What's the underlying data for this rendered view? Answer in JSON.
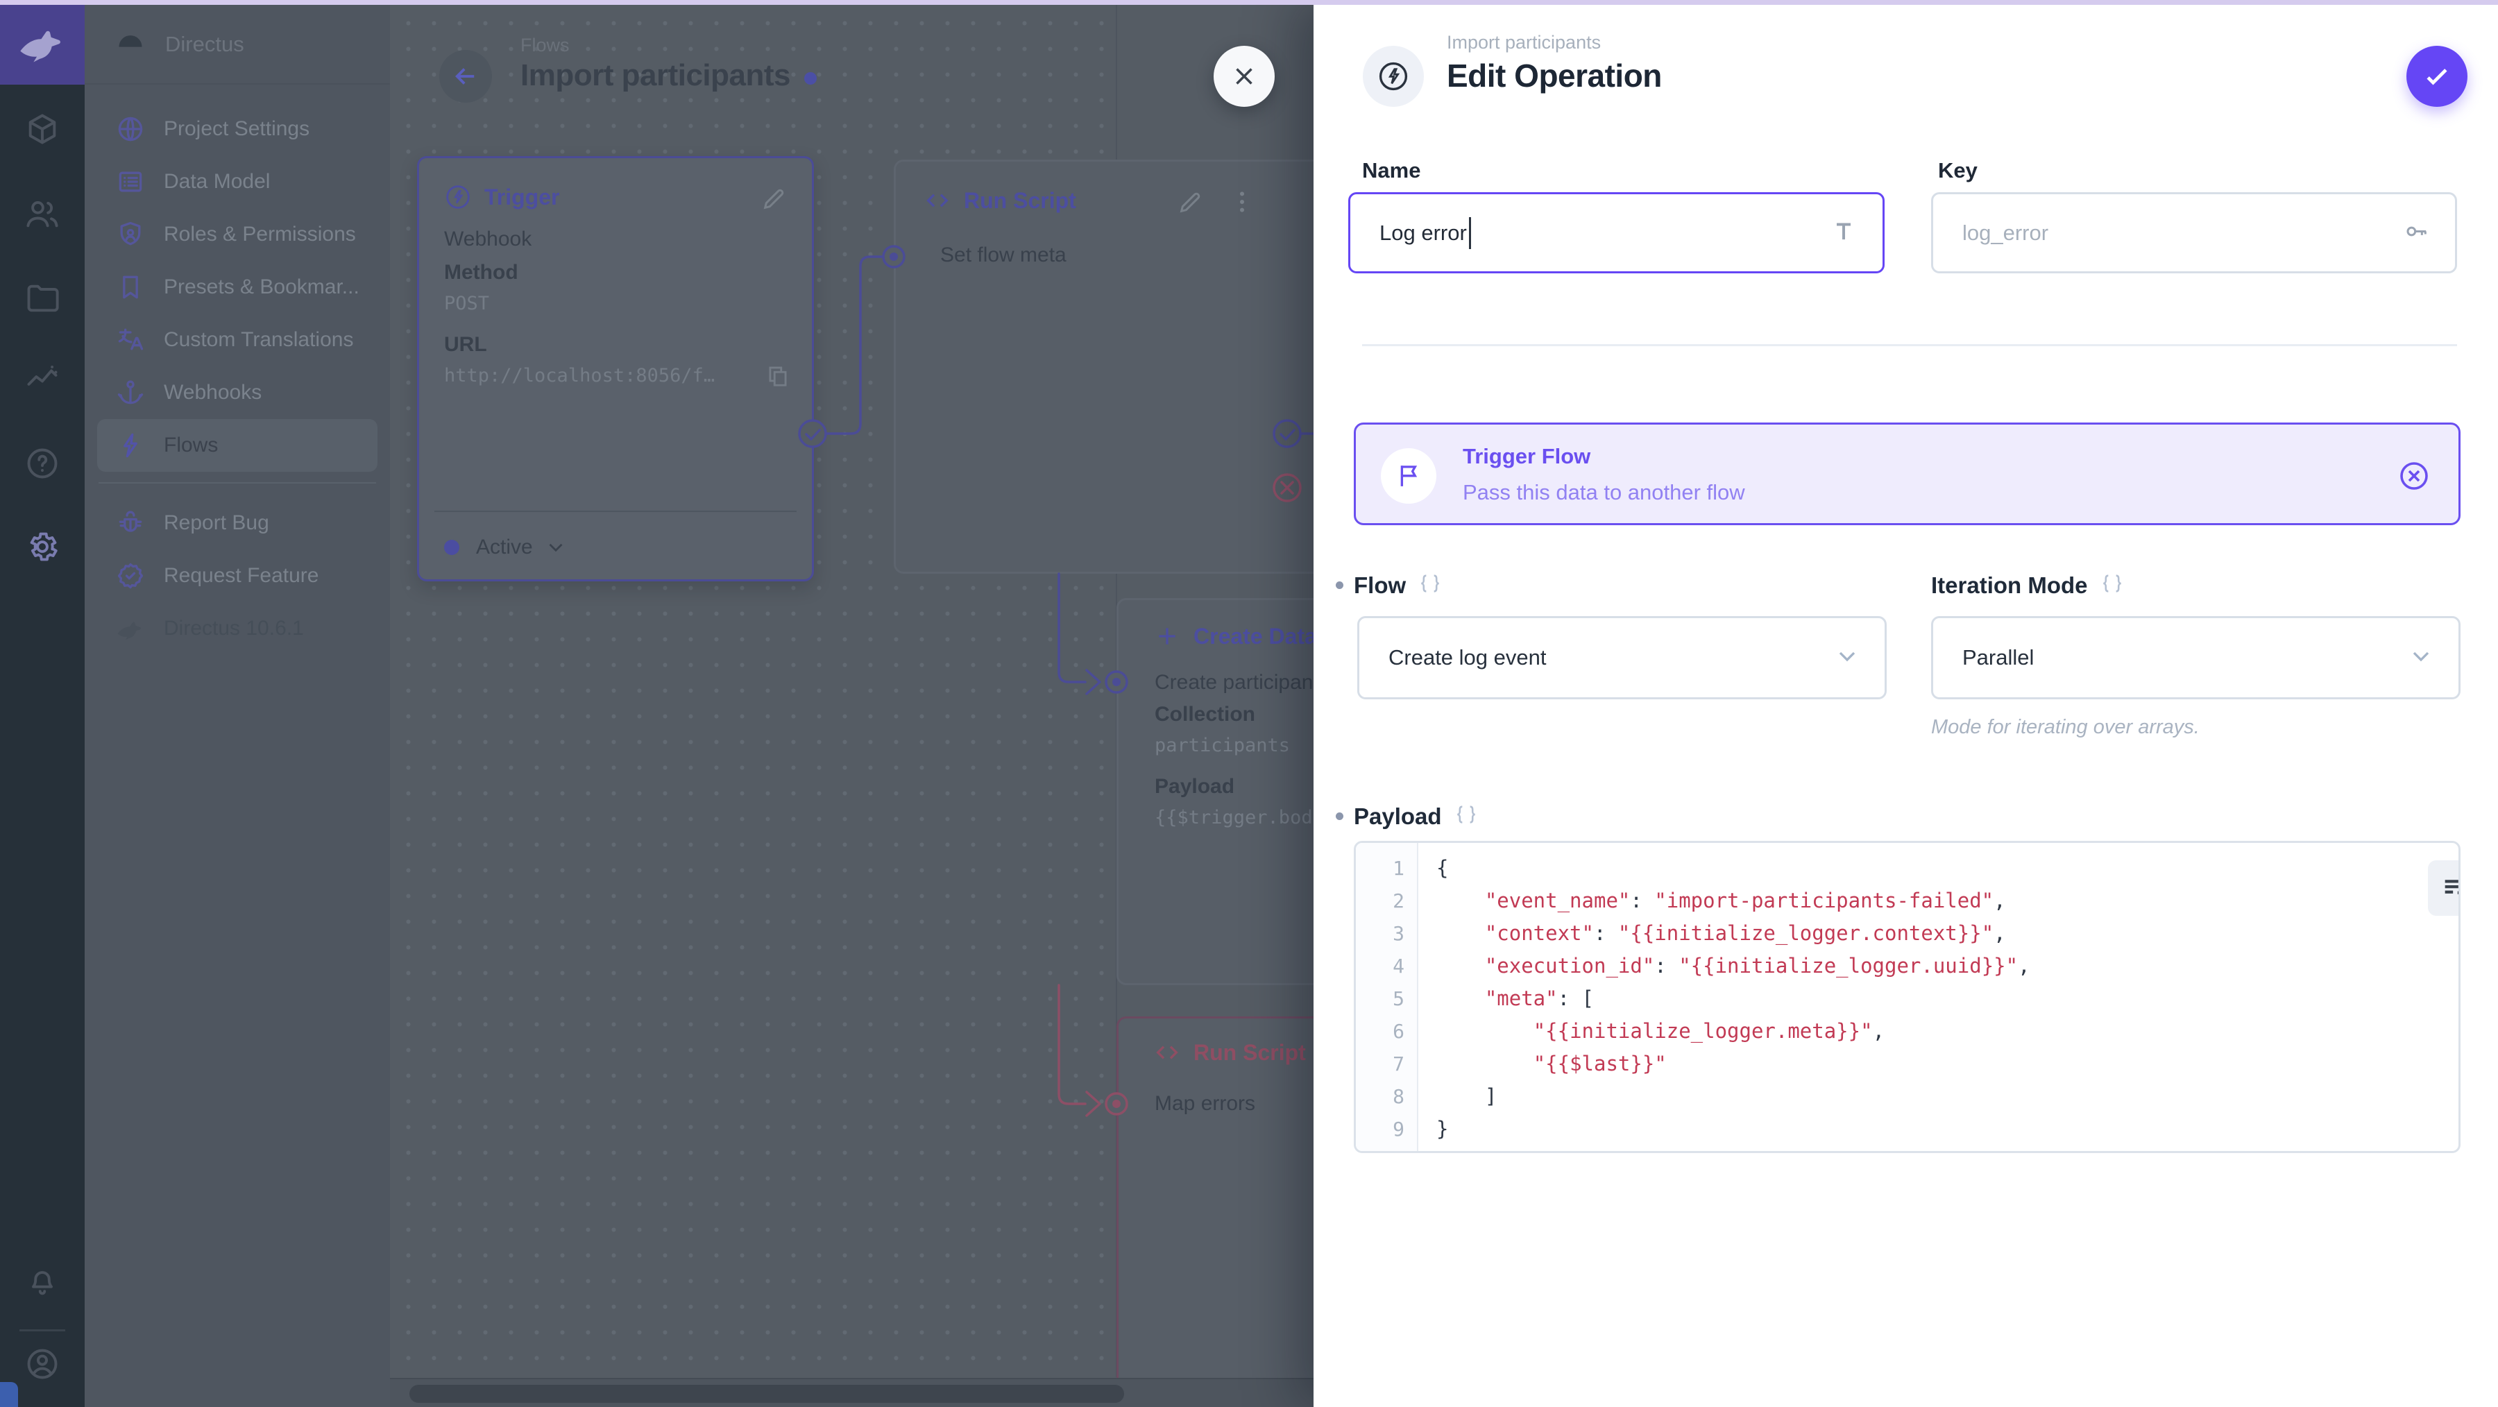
{
  "colors": {
    "accent": "#6644ff",
    "top_strip": "#d5cbee",
    "flow_purple": "#4b4c96",
    "error_pink": "#8d4f66",
    "banner_bg": "#efecfd",
    "code_string": "#c23a54"
  },
  "module_bar": {
    "modules": [
      {
        "id": "content",
        "icon": "cube-icon"
      },
      {
        "id": "users",
        "icon": "users-icon"
      },
      {
        "id": "files",
        "icon": "folder-icon"
      },
      {
        "id": "insights",
        "icon": "activity-icon"
      },
      {
        "id": "docs",
        "icon": "help-icon"
      },
      {
        "id": "settings",
        "icon": "gear-icon",
        "active": true
      }
    ],
    "bottom": [
      {
        "id": "notifications",
        "icon": "bell-icon"
      },
      {
        "id": "account",
        "icon": "account-icon"
      }
    ]
  },
  "nav": {
    "project_name": "Directus",
    "items": [
      {
        "id": "project-settings",
        "icon": "globe-icon",
        "label": "Project Settings"
      },
      {
        "id": "data-model",
        "icon": "list-icon",
        "label": "Data Model"
      },
      {
        "id": "roles-permissions",
        "icon": "shield-icon",
        "label": "Roles & Permissions"
      },
      {
        "id": "presets-bookmarks",
        "icon": "bookmark-icon",
        "label": "Presets & Bookmar..."
      },
      {
        "id": "custom-translations",
        "icon": "translate-icon",
        "label": "Custom Translations"
      },
      {
        "id": "webhooks",
        "icon": "anchor-icon",
        "label": "Webhooks"
      },
      {
        "id": "flows",
        "icon": "bolt-icon",
        "label": "Flows",
        "active": true
      }
    ],
    "secondary": [
      {
        "id": "report-bug",
        "icon": "bug-icon",
        "label": "Report Bug"
      },
      {
        "id": "request-feature",
        "icon": "badge-check-icon",
        "label": "Request Feature"
      },
      {
        "id": "version",
        "icon": "rabbit-icon",
        "label": "Directus 10.6.1",
        "muted": true
      }
    ]
  },
  "canvas": {
    "breadcrumb": "Flows",
    "title": "Import participants",
    "trigger_panel": {
      "title": "Trigger",
      "type_value": "Webhook",
      "method_label": "Method",
      "method_value": "POST",
      "url_label": "URL",
      "url_value": "http://localhost:8056/f…",
      "status_label": "Active"
    },
    "run_script_panel": {
      "title": "Run Script",
      "name": "Set flow meta"
    },
    "create_data_panel": {
      "title": "Create Data",
      "name": "Create participant",
      "collection_label": "Collection",
      "collection_value": "participants",
      "payload_label": "Payload",
      "payload_value": "{{$trigger.bod"
    },
    "error_script_panel": {
      "title": "Run Script",
      "name": "Map errors"
    }
  },
  "drawer": {
    "breadcrumb": "Import participants",
    "title": "Edit Operation",
    "name_field": {
      "label": "Name",
      "value": "Log error"
    },
    "key_field": {
      "label": "Key",
      "value": "log_error"
    },
    "banner": {
      "title": "Trigger Flow",
      "subtitle": "Pass this data to another flow"
    },
    "flow_field": {
      "label": "Flow",
      "value": "Create log event"
    },
    "iteration_field": {
      "label": "Iteration Mode",
      "value": "Parallel",
      "note": "Mode for iterating over arrays."
    },
    "payload_field": {
      "label": "Payload"
    },
    "code": {
      "lines": [
        [
          {
            "t": "{",
            "c": "p"
          }
        ],
        [
          {
            "t": "    ",
            "c": "p"
          },
          {
            "t": "\"event_name\"",
            "c": "s"
          },
          {
            "t": ": ",
            "c": "p"
          },
          {
            "t": "\"import-participants-failed\"",
            "c": "s"
          },
          {
            "t": ",",
            "c": "p"
          }
        ],
        [
          {
            "t": "    ",
            "c": "p"
          },
          {
            "t": "\"context\"",
            "c": "s"
          },
          {
            "t": ": ",
            "c": "p"
          },
          {
            "t": "\"{{initialize_logger.context}}\"",
            "c": "s"
          },
          {
            "t": ",",
            "c": "p"
          }
        ],
        [
          {
            "t": "    ",
            "c": "p"
          },
          {
            "t": "\"execution_id\"",
            "c": "s"
          },
          {
            "t": ": ",
            "c": "p"
          },
          {
            "t": "\"{{initialize_logger.uuid}}\"",
            "c": "s"
          },
          {
            "t": ",",
            "c": "p"
          }
        ],
        [
          {
            "t": "    ",
            "c": "p"
          },
          {
            "t": "\"meta\"",
            "c": "s"
          },
          {
            "t": ": ",
            "c": "p"
          },
          {
            "t": "[",
            "c": "p"
          }
        ],
        [
          {
            "t": "        ",
            "c": "p"
          },
          {
            "t": "\"{{initialize_logger.meta}}\"",
            "c": "s"
          },
          {
            "t": ",",
            "c": "p"
          }
        ],
        [
          {
            "t": "        ",
            "c": "p"
          },
          {
            "t": "\"{{$last}}\"",
            "c": "s"
          }
        ],
        [
          {
            "t": "    ",
            "c": "p"
          },
          {
            "t": "]",
            "c": "p"
          }
        ],
        [
          {
            "t": "}",
            "c": "p"
          }
        ]
      ]
    }
  }
}
